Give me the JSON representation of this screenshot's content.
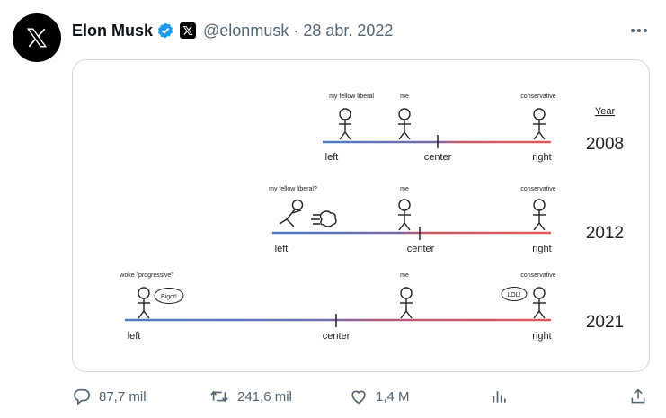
{
  "tweet": {
    "author_name": "Elon Musk",
    "handle": "@elonmusk",
    "separator": "·",
    "date": "28 abr. 2022"
  },
  "meme": {
    "year_header": "Year",
    "rows": [
      {
        "year": "2008",
        "label_left": "left",
        "label_center": "center",
        "label_right": "right",
        "left_figure_caption": "my fellow liberal",
        "me_caption": "me",
        "right_figure_caption": "conservative"
      },
      {
        "year": "2012",
        "label_left": "left",
        "label_center": "center",
        "label_right": "right",
        "left_figure_caption": "my fellow liberal?",
        "me_caption": "me",
        "right_figure_caption": "conservative"
      },
      {
        "year": "2021",
        "label_left": "left",
        "label_center": "center",
        "label_right": "right",
        "left_figure_caption": "woke \"progressive\"",
        "me_caption": "me",
        "right_figure_caption": "conservative",
        "left_speech": "Bigot!",
        "right_speech": "LOL!"
      }
    ]
  },
  "actions": {
    "replies": "87,7 mil",
    "retweets": "241,6 mil",
    "likes": "1,4 M"
  },
  "colors": {
    "accent_blue": "#1d9bf0",
    "muted": "#536471",
    "line_blue": "#4a7cc4",
    "line_red": "#e05a5a"
  },
  "icons": [
    "x-logo-icon",
    "verified-badge-icon",
    "x-affiliate-badge-icon",
    "more-options-icon",
    "reply-icon",
    "retweet-icon",
    "like-icon",
    "views-icon",
    "share-icon"
  ]
}
